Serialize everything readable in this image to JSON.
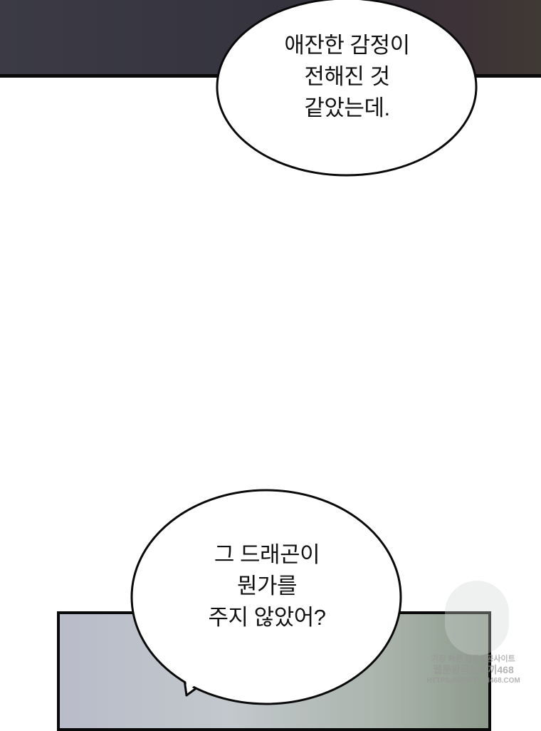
{
  "bubbles": [
    {
      "lines": [
        "애잔한 감정이",
        "전해진 것",
        "같았는데."
      ]
    },
    {
      "lines": [
        "그 드래곤이",
        "뭔가를",
        "주지 않았어?"
      ]
    }
  ],
  "watermark": {
    "line1": "가장 빠른 웹툰제공사이트",
    "line2": "웹툰왕국뉴토끼468",
    "line3": "HTTPS://NEWTOKI468.COM"
  },
  "colors": {
    "panel_dark": "#3b3a45",
    "border": "#0a0a0a",
    "bubble": "#ffffff"
  }
}
